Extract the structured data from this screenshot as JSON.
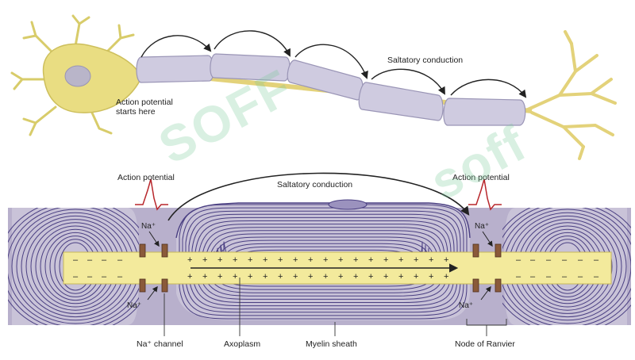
{
  "labels": {
    "saltatory_top": "Saltatory conduction",
    "ap_starts": "Action potential",
    "ap_starts_2": "starts here",
    "ap_left": "Action potential",
    "ap_right": "Action potential",
    "saltatory_mid": "Saltatory conduction",
    "na_tl": "Na⁺",
    "na_bl": "Na⁺",
    "na_tr": "Na⁺",
    "na_br": "Na⁺",
    "na_channel": "Na⁺ channel",
    "axoplasm": "Axoplasm",
    "myelin": "Myelin sheath",
    "node": "Node of Ranvier"
  },
  "watermark": {
    "text_a": "SOFF",
    "text_b": "soff"
  },
  "colors": {
    "soma": "#e9dd82",
    "myelin_fill": "#c9c3d8",
    "myelin_line": "#4a3f82",
    "axoplasm": "#f3ea9c",
    "channel": "#8a5a3a",
    "arrow": "#222222"
  }
}
